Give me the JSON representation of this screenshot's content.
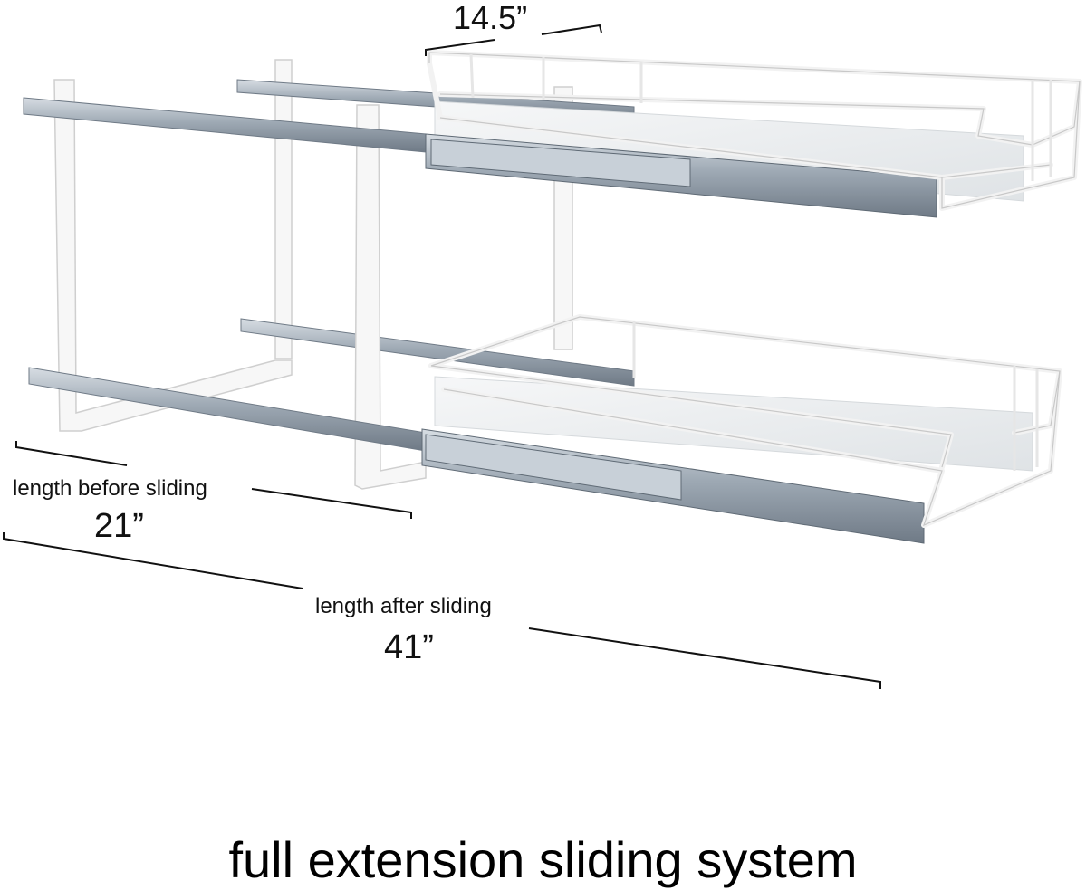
{
  "dimensions": {
    "width_value": "14.5”",
    "before_label": "length before sliding",
    "before_value": "21”",
    "after_label": "length after sliding",
    "after_value": "41”"
  },
  "caption": "full extension sliding system",
  "colors": {
    "background": "#ffffff",
    "wire": "#f4f4f4",
    "wire_outline": "#c9c9c9",
    "rail": "#a9b3bd",
    "rail_dark": "#6f7a86",
    "shelf_panel": "#e9ecee",
    "dimension_line": "#111111"
  }
}
